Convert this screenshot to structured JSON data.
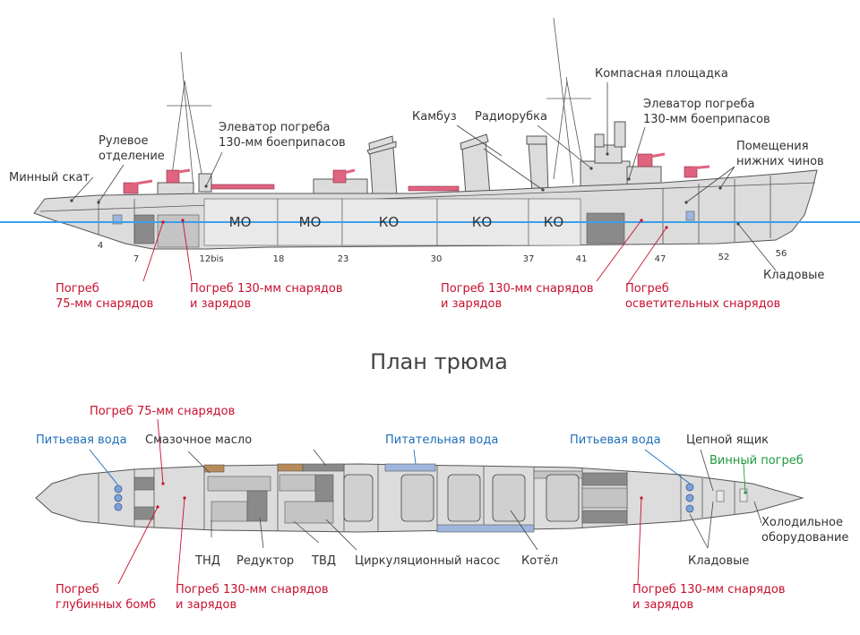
{
  "profile": {
    "labels": {
      "minny_skat": "Минный скат",
      "rulevoe_1": "Рулевое",
      "rulevoe_2": "отделение",
      "elevator1_1": "Элеватор погреба",
      "elevator1_2": "130-мм боеприпасов",
      "kambuz": "Камбуз",
      "radiorubka": "Радиорубка",
      "kompas": "Компасная площадка",
      "elevator2_1": "Элеватор погреба",
      "elevator2_2": "130-мм боеприпасов",
      "pomesch_1": "Помещения",
      "pomesch_2": "нижних чинов",
      "kladovye": "Кладовые"
    },
    "rooms": [
      "МО",
      "МО",
      "КО",
      "КО",
      "КО"
    ],
    "frames": [
      "4",
      "7",
      "12bis",
      "18",
      "23",
      "30",
      "37",
      "41",
      "47",
      "52",
      "56"
    ],
    "red_labels": {
      "pogreb75_1": "Погреб",
      "pogreb75_2": "75-мм снарядов",
      "pogreb130a_1": "Погреб 130-мм снарядов",
      "pogreb130a_2": "и зарядов",
      "pogreb130b_1": "Погреб 130-мм снарядов",
      "pogreb130b_2": "и зарядов",
      "pogreb_osv_1": "Погреб",
      "pogreb_osv_2": "осветительных снарядов"
    }
  },
  "plan": {
    "title": "План трюма",
    "labels": {
      "pogreb75": "Погреб 75-мм снарядов",
      "pitevaya1": "Питьевая вода",
      "smazochnoe": "Смазочное масло",
      "pitatelnaya": "Питательная вода",
      "pitevaya2": "Питьевая вода",
      "cepnoy": "Цепной ящик",
      "vinny": "Винный погреб",
      "holod_1": "Холодильное",
      "holod_2": "оборудование",
      "tnd": "ТНД",
      "reduktor": "Редуктор",
      "tvd": "ТВД",
      "cirk": "Циркуляционный насос",
      "kotel": "Котёл",
      "kladovye": "Кладовые",
      "glub_1": "Погреб",
      "glub_2": "глубинных бомб",
      "p130a_1": "Погреб 130-мм снарядов",
      "p130a_2": "и зарядов",
      "p130b_1": "Погреб 130-мм снарядов",
      "p130b_2": "и зарядов"
    }
  },
  "colors": {
    "hull": "#dcdcdc",
    "waterline": "#3aa0e8",
    "magazine": "#c8102e",
    "water": "#1f6fb8",
    "wine": "#1e9a3c",
    "gun": "#e0637f"
  }
}
